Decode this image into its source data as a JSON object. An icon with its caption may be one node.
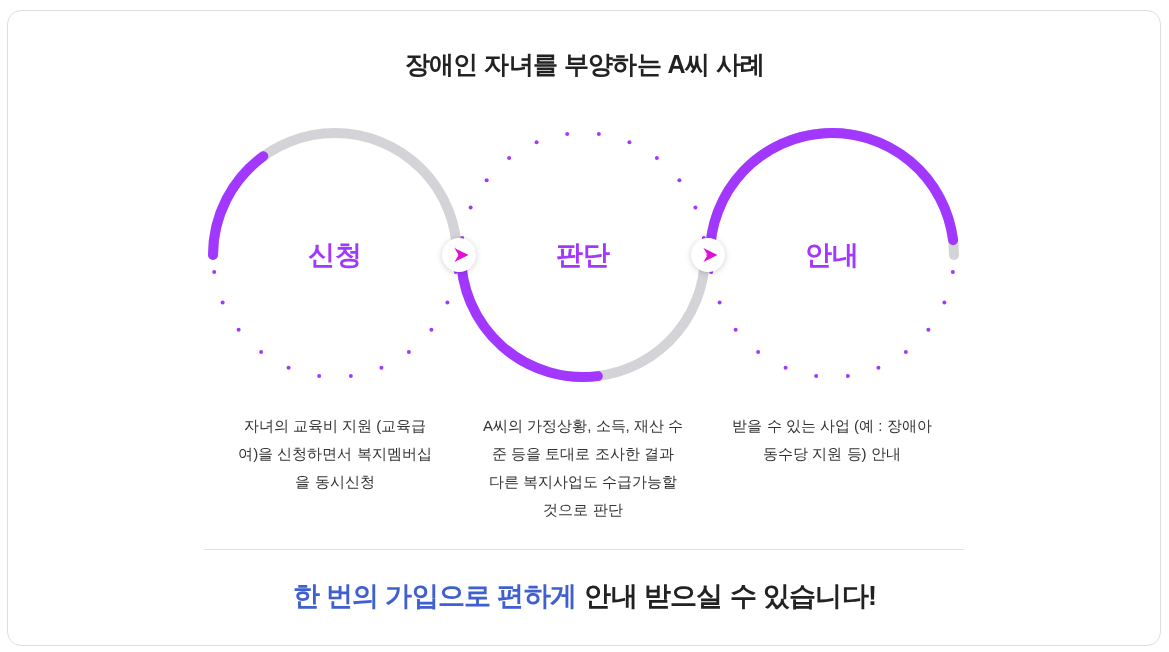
{
  "diagram": {
    "title": "장애인 자녀를 부양하는 A씨 사례",
    "nodes": [
      {
        "text": [
          "신청"
        ],
        "beside": [
          "자녀의 교육비 지원 (교육급여)을 신청하면서 복지멤버십을 동시신청"
        ]
      },
      {
        "text": [
          "판단"
        ],
        "beside": [
          "A씨의 가정상황, 소득, 재산 수준 등을 토대로 조사한 결과 다른 복지사업도 수급가능할 것으로 판단"
        ]
      },
      {
        "text": [
          "안내"
        ],
        "beside": [
          "받을 수 있는 사업 (예 : 장애아동수당 지원 등) 안내"
        ]
      }
    ],
    "edges": [
      {
        "from": 0,
        "to": 1,
        "arrow": "to"
      },
      {
        "from": 1,
        "to": 2,
        "arrow": "to"
      }
    ],
    "labels": [
      "한 번의 가입으로 편하게",
      "안내 받으실 수 있습니다!"
    ]
  }
}
